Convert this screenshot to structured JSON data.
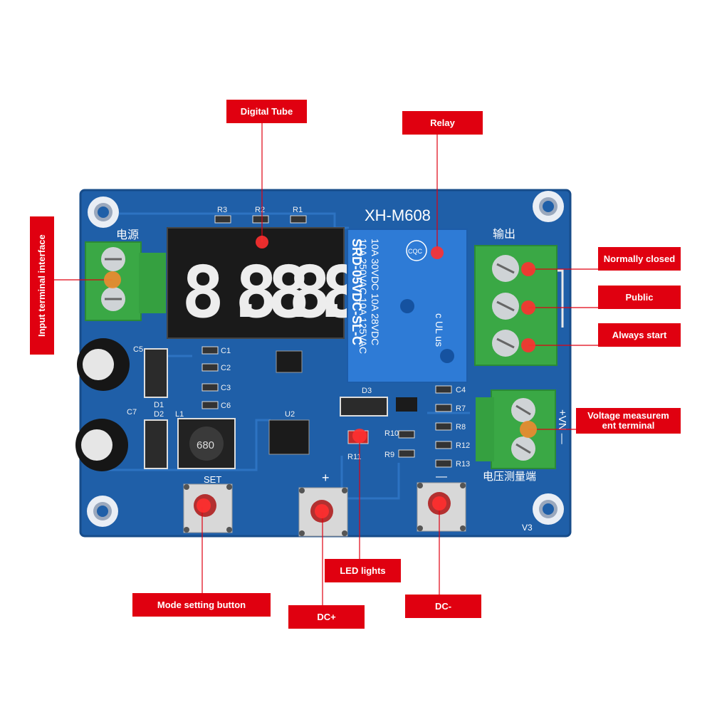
{
  "board": {
    "model": "XH-M608",
    "power_cn": "电源",
    "output_cn": "输出",
    "voltage_cn": "电压测量端",
    "set_label": "SET",
    "plus_label": "+",
    "minus_label": "—",
    "vn_label": "+VN —",
    "version": "V3",
    "display_chars": [
      "8.8.",
      "8.8.",
      "8.8."
    ],
    "inductor_code": "680",
    "silkscreen": [
      "R3",
      "R2",
      "R1",
      "C1",
      "C2",
      "C3",
      "C6",
      "C5",
      "C7",
      "D1",
      "D2",
      "L1",
      "U2",
      "D3",
      "R10",
      "R11",
      "R9",
      "C4",
      "R7",
      "R8",
      "R12",
      "R13"
    ],
    "relay": {
      "cqc": "CQC",
      "line1": "10A 250VAC  10A 125VAC",
      "line2": "10A 30VDC  10A 28VDC",
      "line3": "SRD-05VDC-SL-C",
      "ul": "c UL us"
    }
  },
  "callouts": {
    "digital_tube": "Digital Tube",
    "relay": "Relay",
    "input_terminal": "Input terminal interface",
    "normally_closed": "Normally closed",
    "public": "Public",
    "always_start": "Always start",
    "voltage_terminal": "Voltage measurem ent terminal",
    "led_lights": "LED lights",
    "mode_button": "Mode setting button",
    "dc_plus": "DC+",
    "dc_minus": "DC-"
  },
  "colors": {
    "callout_red": "#e00010",
    "pcb_blue": "#1f5fa8",
    "relay_blue": "#2e7bd6",
    "terminal_green": "#3aa845"
  }
}
